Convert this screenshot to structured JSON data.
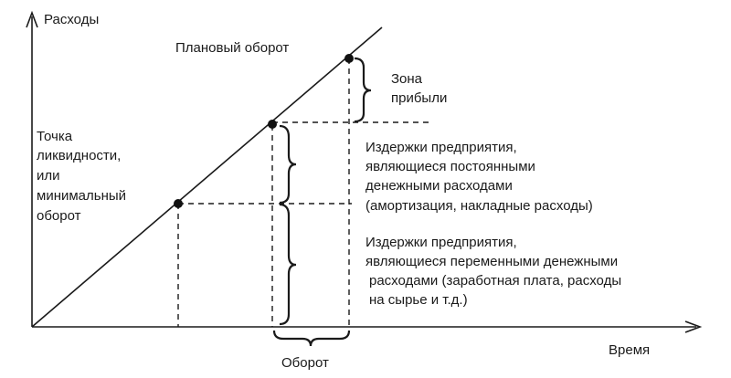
{
  "diagram": {
    "y_axis_label": "Расходы",
    "x_axis_label": "Время",
    "planned_turnover_label": "Плановый оборот",
    "profit_zone": [
      "Зона",
      "прибыли"
    ],
    "liquidity_point": [
      "Точка",
      "ликвидности,",
      "или",
      "минимальный",
      "оборот"
    ],
    "fixed_costs": [
      "Издержки предприятия,",
      "являющиеся постоянными",
      "денежными расходами",
      "(амортизация, накладные расходы)"
    ],
    "variable_costs": [
      "Издержки предприятия,",
      "являющиеся переменными денежными",
      "расходами (заработная плата, расходы",
      "на сырье и т.д.)"
    ],
    "turnover_label": "Оборот"
  }
}
